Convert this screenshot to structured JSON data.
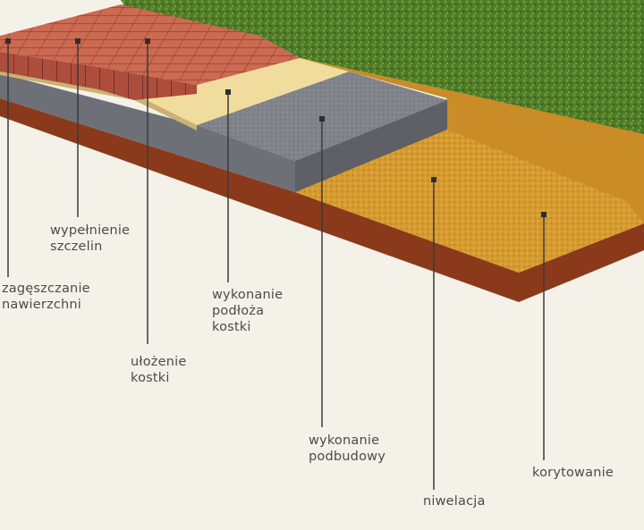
{
  "diagram": {
    "title": "",
    "type": "layered cross-section of paving construction",
    "colors": {
      "background": "#f4f1e9",
      "grass": "#4f7a27",
      "paving_brick": "#c8634c",
      "brick_side": "#a9473a",
      "sand_bedding": "#f0dc9c",
      "gravel_base": "#7e8087",
      "leveled_soil": "#d69b2f",
      "earth_edge": "#8a3a1a",
      "label_text": "#4e4b48",
      "leader_line": "#3b3b3b"
    },
    "labels": [
      {
        "id": "zageszczanie",
        "lines": [
          "zagęszczanie",
          "nawierzchni"
        ]
      },
      {
        "id": "wypelnienie",
        "lines": [
          "wypełnienie",
          "szczelin"
        ]
      },
      {
        "id": "ulozenie",
        "lines": [
          "ułożenie",
          "kostki"
        ]
      },
      {
        "id": "podloze",
        "lines": [
          "wykonanie",
          "podłoża",
          "kostki"
        ]
      },
      {
        "id": "podbudowa",
        "lines": [
          "wykonanie",
          "podbudowy"
        ]
      },
      {
        "id": "niwelacja",
        "lines": [
          "niwelacja"
        ]
      },
      {
        "id": "korytowanie",
        "lines": [
          "korytowanie"
        ]
      }
    ]
  }
}
